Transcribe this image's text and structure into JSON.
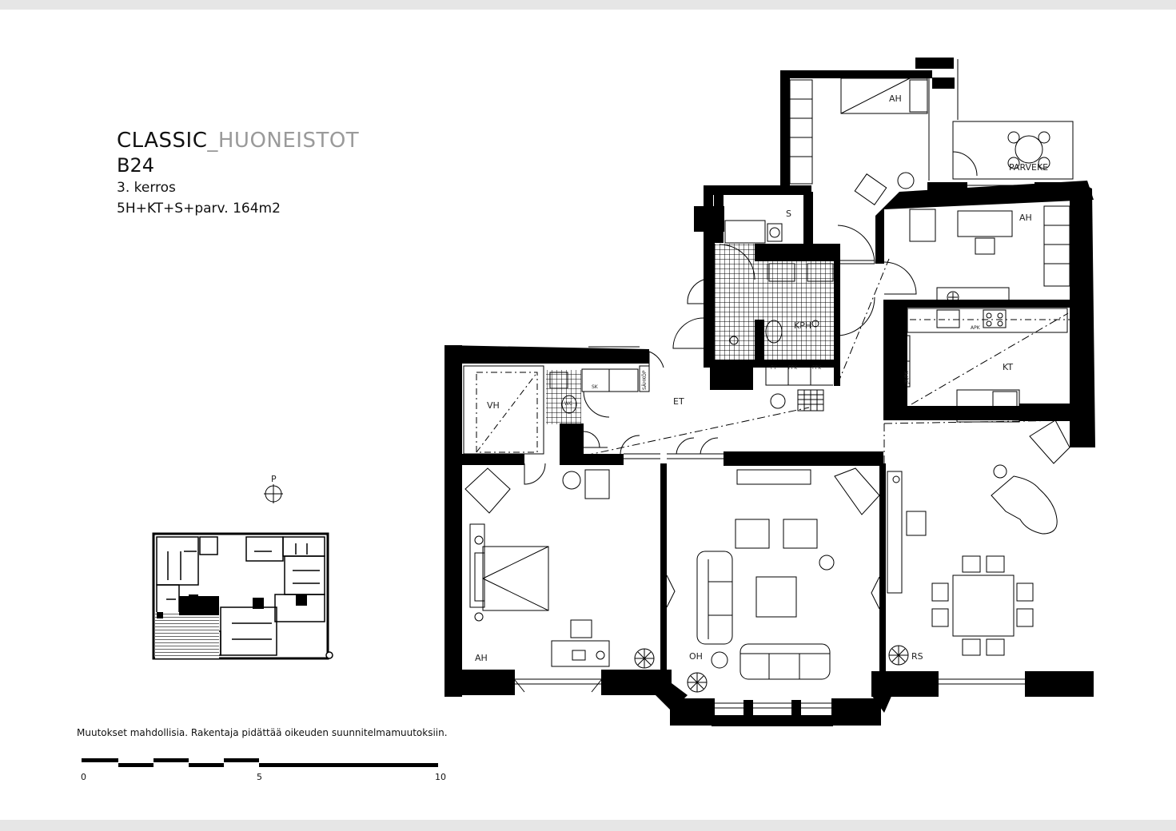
{
  "title": {
    "classic": "CLASSIC",
    "sep_rest": "_HUONEISTOT",
    "unit": "B24",
    "floor": "3. kerros",
    "summary": "5H+KT+S+parv. 164m2"
  },
  "rooms": {
    "ah_top": "AH",
    "parveke": "PARVEKE",
    "s": "S",
    "kph": "KPH",
    "ah_right": "AH",
    "vh": "VH",
    "et": "ET",
    "wc": "WC",
    "sk": "SK",
    "sahkop": "SÄHKÖP",
    "kt": "KT",
    "ah_left": "AH",
    "oh": "OH",
    "rs": "RS",
    "py": "PY",
    "ppk1": "PPK",
    "ppk2": "PPK",
    "apk": "APK",
    "jkpk": "JK/PK"
  },
  "compass": {
    "north": "P"
  },
  "disclaimer": "Muutokset mahdollisia. Rakentaja pidättää oikeuden suunnitelmamuutoksiin.",
  "scale": {
    "l0": "0",
    "l5": "5",
    "l10": "10"
  },
  "colors": {
    "wall": "#000000",
    "background": "#ffffff",
    "band": "#e6e6e6",
    "subtitle_grey": "#9a9a9a"
  }
}
